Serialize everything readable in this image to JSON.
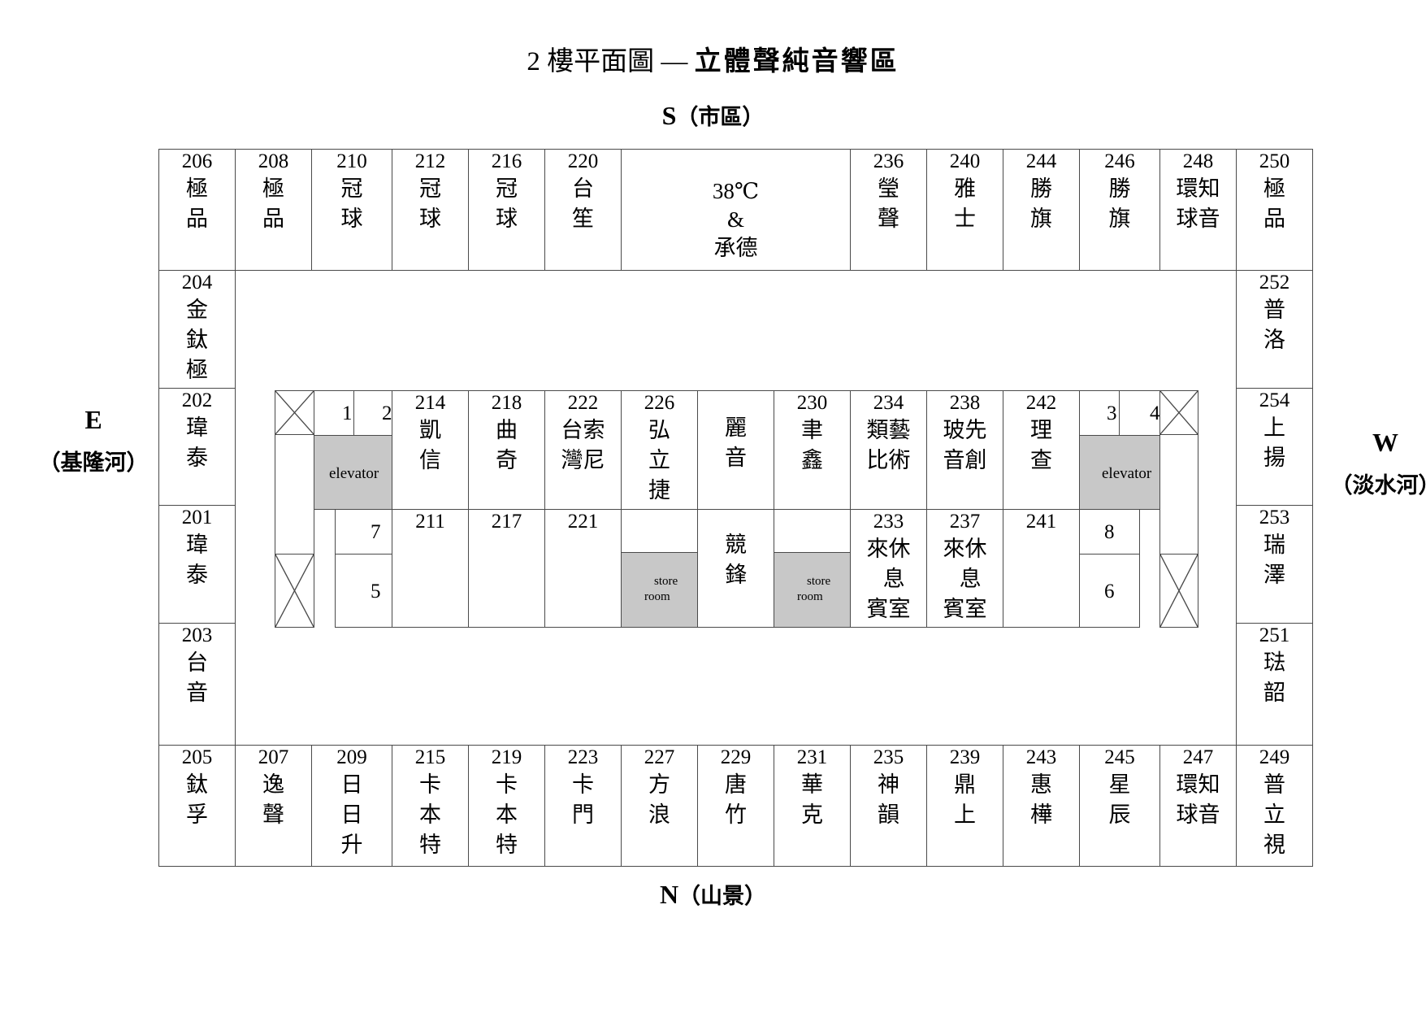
{
  "title": {
    "line1": "2 樓平面圖 —",
    "line2": "立體聲純音響區"
  },
  "directions": {
    "south": {
      "letter": "S",
      "label": "（市區）"
    },
    "north": {
      "letter": "N",
      "label": "（山景）"
    },
    "east": {
      "letter": "E",
      "label": "（基隆河）"
    },
    "west": {
      "letter": "W",
      "label": "（淡水河）"
    }
  },
  "top_row": [
    {
      "num": "206",
      "name": "極\n品"
    },
    {
      "num": "208",
      "name": "極\n品"
    },
    {
      "num": "210",
      "name": "冠\n球"
    },
    {
      "num": "212",
      "name": "冠\n球"
    },
    {
      "num": "216",
      "name": "冠\n球"
    },
    {
      "num": "220",
      "name": "台\n笙"
    },
    {
      "num": "236",
      "name": "瑩\n聲"
    },
    {
      "num": "240",
      "name": "雅\n士"
    },
    {
      "num": "244",
      "name": "勝\n旗"
    },
    {
      "num": "246",
      "name": "勝\n旗"
    },
    {
      "num": "248",
      "name": "環知\n球音"
    },
    {
      "num": "250",
      "name": "極\n品"
    }
  ],
  "hall_38": {
    "line1": "38℃",
    "line2": "&",
    "line3": "承德"
  },
  "left_col": [
    {
      "num": "204",
      "name": "金\n鈦\n極"
    },
    {
      "num": "202",
      "name": "瑋\n泰"
    },
    {
      "num": "201",
      "name": "瑋\n泰"
    },
    {
      "num": "203",
      "name": "台\n音"
    }
  ],
  "right_col": [
    {
      "num": "252",
      "name": "普\n洛"
    },
    {
      "num": "254",
      "name": "上\n揚"
    },
    {
      "num": "253",
      "name": "瑞\n澤"
    },
    {
      "num": "251",
      "name": "琺\n韶"
    }
  ],
  "bottom_row": [
    {
      "num": "205",
      "name": "鈦\n孚"
    },
    {
      "num": "207",
      "name": "逸\n聲"
    },
    {
      "num": "209",
      "name": "日\n日\n升"
    },
    {
      "num": "215",
      "name": "卡\n本\n特"
    },
    {
      "num": "219",
      "name": "卡\n本\n特"
    },
    {
      "num": "223",
      "name": "卡\n門"
    },
    {
      "num": "227",
      "name": "方\n浪"
    },
    {
      "num": "229",
      "name": "唐\n竹"
    },
    {
      "num": "231",
      "name": "華\n克"
    },
    {
      "num": "235",
      "name": "神\n韻"
    },
    {
      "num": "239",
      "name": "鼎\n上"
    },
    {
      "num": "243",
      "name": "惠\n樺"
    },
    {
      "num": "245",
      "name": "星\n辰"
    },
    {
      "num": "247",
      "name": "環知\n球音"
    },
    {
      "num": "249",
      "name": "普\n立\n視"
    }
  ],
  "inner_top": [
    {
      "num": "214",
      "name": "凱\n信"
    },
    {
      "num": "218",
      "name": "曲\n奇"
    },
    {
      "num": "222",
      "name": "台索\n灣尼"
    },
    {
      "num": "226",
      "name": "弘\n立\n捷"
    },
    {
      "num": "230",
      "name": "聿\n鑫"
    },
    {
      "num": "234",
      "name": "類藝\n比術"
    },
    {
      "num": "238",
      "name": "玻先\n音創"
    },
    {
      "num": "242",
      "name": "理\n查"
    }
  ],
  "inner_bottom": [
    {
      "num": "211",
      "name": ""
    },
    {
      "num": "217",
      "name": ""
    },
    {
      "num": "221",
      "name": ""
    },
    {
      "num": "233",
      "name": "來休\n  息\n賓室"
    },
    {
      "num": "237",
      "name": "來休\n  息\n賓室"
    },
    {
      "num": "241",
      "name": ""
    }
  ],
  "center_hall": {
    "top": "麗\n音",
    "bottom": "競\n鋒"
  },
  "small_rooms": {
    "r1": "1",
    "r2": "2",
    "r3": "3",
    "r4": "4",
    "r5": "5",
    "r6": "6",
    "r7": "7",
    "r8": "8"
  },
  "elevator_label": "elevator",
  "store_room": {
    "line1": "store",
    "line2": "room"
  },
  "colors": {
    "border": "#4a4a4a",
    "gray": "#c8c8c8"
  }
}
